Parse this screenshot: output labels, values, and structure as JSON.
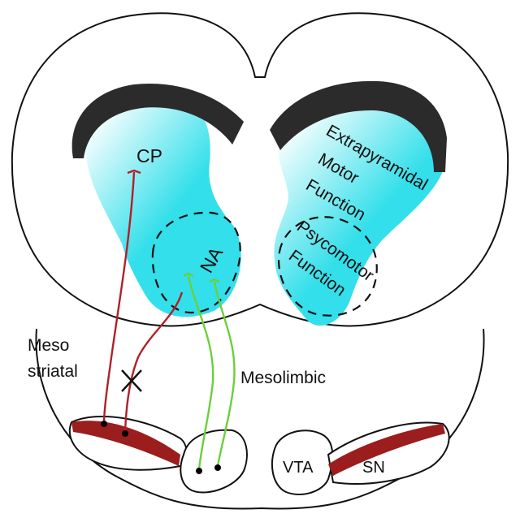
{
  "labels": {
    "cp": "CP",
    "na": "NA",
    "extrapyramidal": [
      "Extrapyramidal",
      "Motor",
      "Function"
    ],
    "psychomotor": [
      "Psycomotor",
      "Function"
    ],
    "meso_striatal": [
      "Meso",
      "striatal"
    ],
    "mesolimbic": "Mesolimbic",
    "vta": "VTA",
    "sn": "SN"
  },
  "colors": {
    "outline": "#111111",
    "ventricle": "#2b2b2b",
    "striatum_light": "#ffffff",
    "striatum_dark": "#33dfea",
    "mesostriatal_pathway": "#b0202a",
    "mesolimbic_pathway": "#6ccf3c",
    "substantia_nigra": "#9b1d1d"
  }
}
